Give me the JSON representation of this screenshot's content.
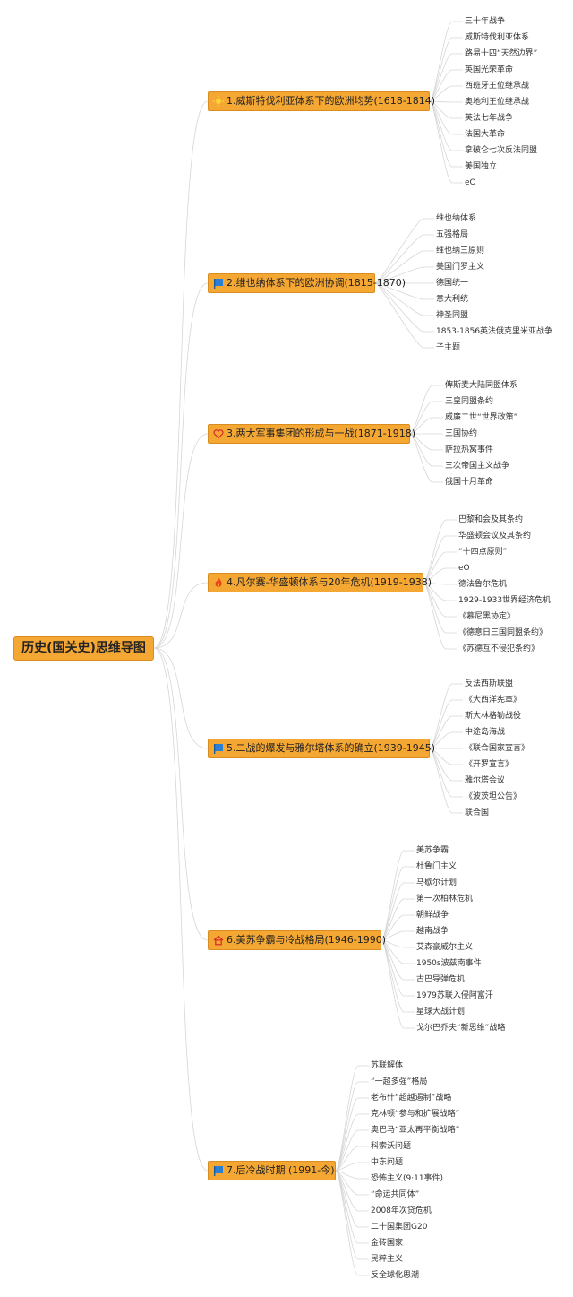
{
  "root": "历史(国关史)思维导图",
  "branches": [
    {
      "label": "1.威斯特伐利亚体系下的欧洲均势(1618-1814)",
      "icon": "sun-icon",
      "leaves": [
        "三十年战争",
        "威斯特伐利亚体系",
        "路易十四“天然边界”",
        "英国光荣革命",
        "西班牙王位继承战",
        "奥地利王位继承战",
        "英法七年战争",
        "法国大革命",
        "拿破仑七次反法同盟",
        "美国独立",
        "eO"
      ]
    },
    {
      "label": "2.维也纳体系下的欧洲协调(1815-1870)",
      "icon": "flag-icon",
      "leaves": [
        "维也纳体系",
        "五强格局",
        "维也纳三原则",
        "美国门罗主义",
        "德国统一",
        "意大利统一",
        "神圣同盟",
        "1853-1856英法俄克里米亚战争",
        "子主题"
      ]
    },
    {
      "label": "3.两大军事集团的形成与一战(1871-1918)",
      "icon": "heart-icon",
      "leaves": [
        "俾斯麦大陆同盟体系",
        "三皇同盟条约",
        "威廉二世“世界政策”",
        "三国协约",
        "萨拉热窝事件",
        "三次帝国主义战争",
        "俄国十月革命"
      ]
    },
    {
      "label": "4.凡尔赛-华盛顿体系与20年危机(1919-1938)",
      "icon": "fire-icon",
      "leaves": [
        "巴黎和会及其条约",
        "华盛顿会议及其条约",
        "“十四点原则”",
        "eO",
        "德法鲁尔危机",
        "1929-1933世界经济危机",
        "《慕尼黑协定》",
        "《德意日三国同盟条约》",
        "《苏德互不侵犯条约》"
      ]
    },
    {
      "label": "5.二战的爆发与雅尔塔体系的确立(1939-1945)",
      "icon": "flag-icon",
      "leaves": [
        "反法西斯联盟",
        "《大西洋宪章》",
        "斯大林格勒战役",
        "中途岛海战",
        "《联合国家宣言》",
        "《开罗宣言》",
        "雅尔塔会议",
        "《波茨坦公告》",
        "联合国"
      ]
    },
    {
      "label": "6.美苏争霸与冷战格局(1946-1990)",
      "icon": "house-icon",
      "leaves": [
        "美苏争霸",
        "杜鲁门主义",
        "马歇尔计划",
        "第一次柏林危机",
        "朝鲜战争",
        "越南战争",
        "艾森豪威尔主义",
        "1950s波兹南事件",
        "古巴导弹危机",
        "1979苏联入侵阿富汗",
        "星球大战计划",
        "戈尔巴乔夫“新思维”战略"
      ]
    },
    {
      "label": "7.后冷战时期 (1991-今)",
      "icon": "flag-icon",
      "leaves": [
        "苏联解体",
        "“一超多强”格局",
        "老布什“超越遏制”战略",
        "克林顿“参与和扩展战略”",
        "奥巴马“亚太再平衡战略”",
        "科索沃问题",
        "中东问题",
        "恐怖主义(9·11事件)",
        "“命运共同体”",
        "2008年次贷危机",
        "二十国集团G20",
        "金砖国家",
        "民粹主义",
        "反全球化思潮"
      ]
    }
  ],
  "colors": {
    "node": "#f5a733",
    "line": "#d6d6d6"
  }
}
